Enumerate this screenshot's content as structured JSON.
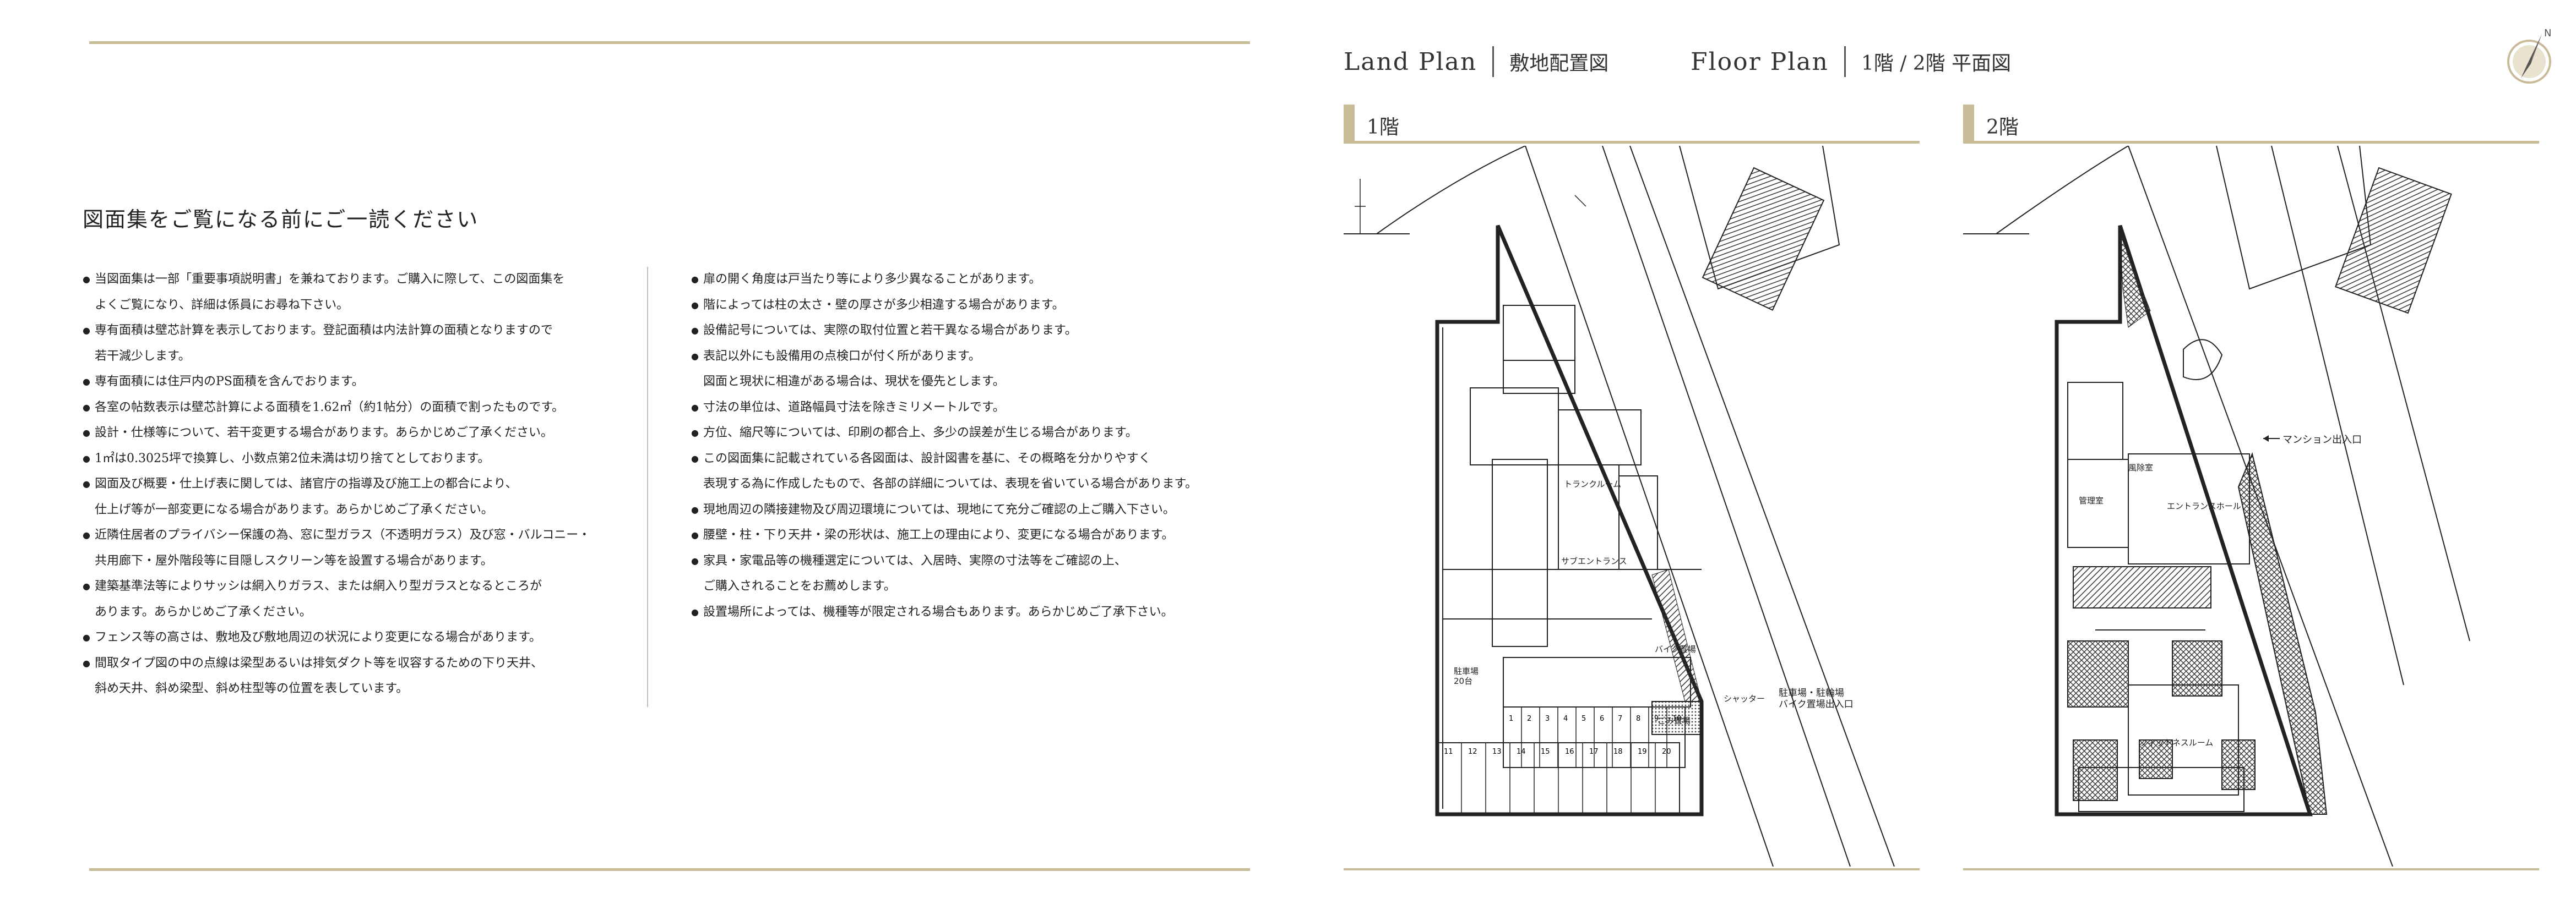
{
  "notice": {
    "title": "図面集をご覧になる前にご一読ください",
    "left_items": [
      {
        "text": "当図面集は一部「重要事項説明書」を兼ねております。ご購入に際して、この図面集を",
        "cont": false
      },
      {
        "text": "よくご覧になり、詳細は係員にお尋ね下さい。",
        "cont": true
      },
      {
        "text": "専有面積は壁芯計算を表示しております。登記面積は内法計算の面積となりますので",
        "cont": false
      },
      {
        "text": "若干減少します。",
        "cont": true
      },
      {
        "text": "専有面積には住戸内のPS面積を含んでおります。",
        "cont": false
      },
      {
        "text": "各室の帖数表示は壁芯計算による面積を1.62㎡（約1帖分）の面積で割ったものです。",
        "cont": false
      },
      {
        "text": "設計・仕様等について、若干変更する場合があります。あらかじめご了承ください。",
        "cont": false
      },
      {
        "text": "1㎡は0.3025坪で換算し、小数点第2位未満は切り捨てとしております。",
        "cont": false
      },
      {
        "text": "図面及び概要・仕上げ表に関しては、諸官庁の指導及び施工上の都合により、",
        "cont": false
      },
      {
        "text": "仕上げ等が一部変更になる場合があります。あらかじめご了承ください。",
        "cont": true
      },
      {
        "text": "近隣住居者のプライバシー保護の為、窓に型ガラス（不透明ガラス）及び窓・バルコニー・",
        "cont": false
      },
      {
        "text": "共用廊下・屋外階段等に目隠しスクリーン等を設置する場合があります。",
        "cont": true
      },
      {
        "text": "建築基準法等によりサッシは網入りガラス、または網入り型ガラスとなるところが",
        "cont": false
      },
      {
        "text": "あります。あらかじめご了承ください。",
        "cont": true
      },
      {
        "text": "フェンス等の高さは、敷地及び敷地周辺の状況により変更になる場合があります。",
        "cont": false
      },
      {
        "text": "間取タイプ図の中の点線は梁型あるいは排気ダクト等を収容するための下り天井、",
        "cont": false
      },
      {
        "text": "斜め天井、斜め梁型、斜め柱型等の位置を表しています。",
        "cont": true
      }
    ],
    "right_items": [
      {
        "text": "扉の開く角度は戸当たり等により多少異なることがあります。",
        "cont": false
      },
      {
        "text": "階によっては柱の太さ・壁の厚さが多少相違する場合があります。",
        "cont": false
      },
      {
        "text": "設備記号については、実際の取付位置と若干異なる場合があります。",
        "cont": false
      },
      {
        "text": "表記以外にも設備用の点検口が付く所があります。",
        "cont": false
      },
      {
        "text": "図面と現状に相違がある場合は、現状を優先とします。",
        "cont": true
      },
      {
        "text": "寸法の単位は、道路幅員寸法を除きミリメートルです。",
        "cont": false
      },
      {
        "text": "方位、縮尺等については、印刷の都合上、多少の誤差が生じる場合があります。",
        "cont": false
      },
      {
        "text": "この図面集に記載されている各図面は、設計図書を基に、その概略を分かりやすく",
        "cont": false
      },
      {
        "text": "表現する為に作成したもので、各部の詳細については、表現を省いている場合があります。",
        "cont": true
      },
      {
        "text": "現地周辺の隣接建物及び周辺環境については、現地にて充分ご確認の上ご購入下さい。",
        "cont": false
      },
      {
        "text": "腰壁・柱・下り天井・梁の形状は、施工上の理由により、変更になる場合があります。",
        "cont": false
      },
      {
        "text": "家具・家電品等の機種選定については、入居時、実際の寸法等をご確認の上、",
        "cont": false
      },
      {
        "text": "ご購入されることをお薦めします。",
        "cont": true
      },
      {
        "text": "設置場所によっては、機種等が限定される場合もあります。あらかじめご了承下さい。",
        "cont": false
      }
    ]
  },
  "header": {
    "land_en": "Land Plan",
    "land_jp": "敷地配置図",
    "floor_en": "Floor Plan",
    "floor_jp": "1階 / 2階 平面図"
  },
  "floors": {
    "f1_label": "1階",
    "f2_label": "2階"
  },
  "plan1_labels": {
    "parking": "駐車場\n20台",
    "entrance": "サブエントランス",
    "trunk": "トランクルーム",
    "bike": "バイク置場",
    "garbage": "ごみ置場",
    "shutter": "シャッター",
    "car_entry": "駐車場・駐輪場\nバイク置場出入口",
    "slots_top": [
      "1",
      "2",
      "3",
      "4",
      "5",
      "6",
      "7",
      "8",
      "9",
      "10"
    ],
    "slots_bottom": [
      "11",
      "12",
      "13",
      "14",
      "15",
      "16",
      "17",
      "18",
      "19",
      "20"
    ]
  },
  "plan2_labels": {
    "mansion_entry": "マンション出入口",
    "entrance_hall": "エントランスホール",
    "fitness": "フィットネスルーム",
    "manager": "管理室",
    "lobby": "風除室"
  },
  "colors": {
    "accent": "#c8bb98",
    "line": "#222222"
  },
  "icons": {
    "compass": "north-compass-icon"
  }
}
